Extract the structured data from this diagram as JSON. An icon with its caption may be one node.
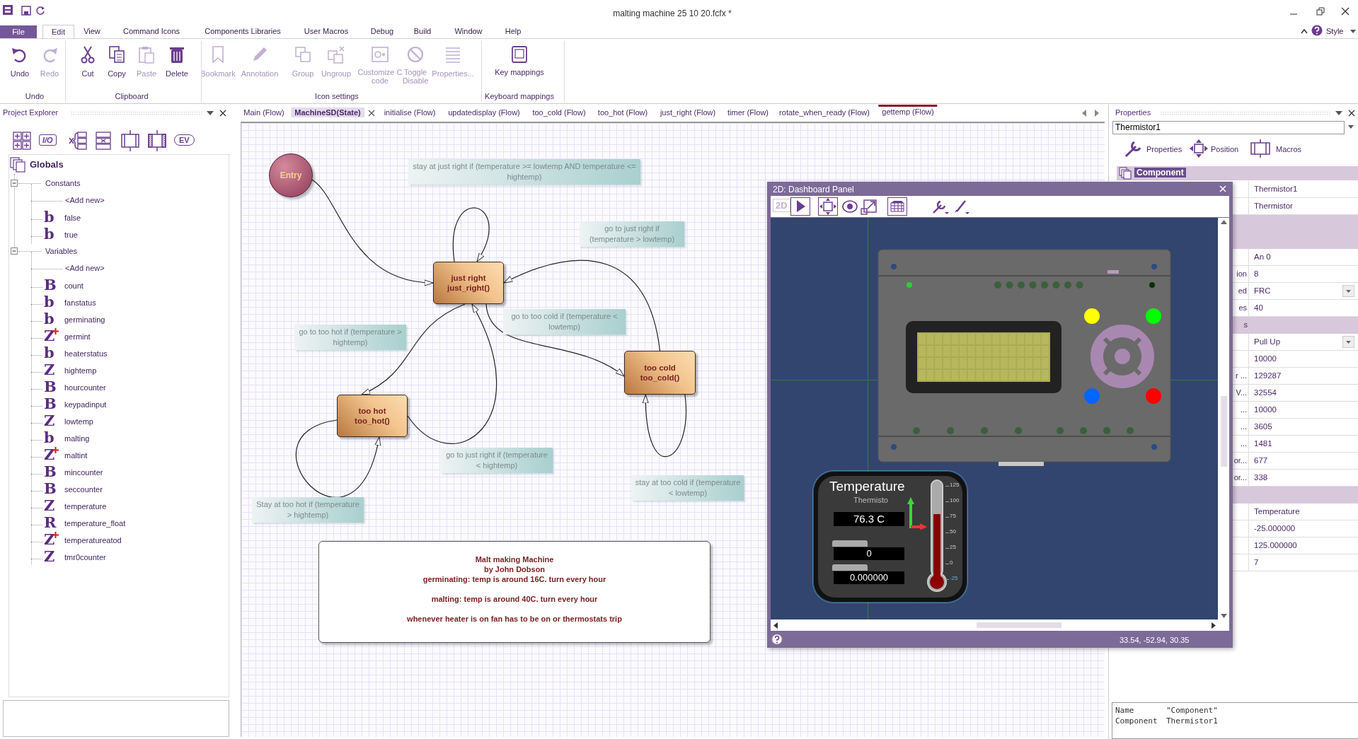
{
  "diagram": {
    "nodes": [
      {
        "text": [
          "Entry"
        ]
      },
      {
        "text": [
          "just right",
          "just_right()"
        ]
      },
      {
        "text": [
          "too cold",
          "too_cold()"
        ]
      },
      {
        "text": [
          "too hot",
          "too_hot()"
        ]
      },
      {
        "text": [
          "Malt making Machine",
          "by John Dobson",
          "germinating: temp is around 16C. turn every hour",
          "malting: temp is around 40C. turn every hour",
          "whenever heater is on fan has to be on or thermostats trip"
        ]
      }
    ],
    "edges": [
      {
        "from": 0,
        "to": 1,
        "arrow": "to"
      },
      {
        "from": 1,
        "to": 1,
        "arrow": "to",
        "label": "stay at just right if (temperature >= lowtemp AND temperature <= hightemp)"
      },
      {
        "from": 2,
        "to": 1,
        "arrow": "to",
        "label": "go to just right if (temperature > lowtemp)"
      },
      {
        "from": 1,
        "to": 2,
        "arrow": "to",
        "label": "go to too cold if (temperature < lowtemp)"
      },
      {
        "from": 1,
        "to": 3,
        "arrow": "to",
        "label": "go to too hot if (temperature > hightemp)"
      },
      {
        "from": 3,
        "to": 1,
        "arrow": "to",
        "label": "go to just right if (temperature < hightemp)"
      },
      {
        "from": 3,
        "to": 3,
        "arrow": "to",
        "label": "Stay at too hot if (temperature > hightemp)"
      },
      {
        "from": 2,
        "to": 2,
        "arrow": "to",
        "label": "stay at too cold if (temperature < lowtemp)"
      }
    ],
    "labels": [
      "malting machine 25 10 20.fcfx *",
      "File",
      "Edit",
      "View",
      "Command Icons",
      "Components Libraries",
      "User Macros",
      "Debug",
      "Build",
      "Window",
      "Help",
      "Style",
      "Undo",
      "Redo",
      "Cut",
      "Copy",
      "Paste",
      "Delete",
      "Bookmark",
      "Annotation",
      "Group",
      "Ungroup",
      "Customize C code",
      "Toggle Disable",
      "Properties...",
      "Key mappings",
      "Undo",
      "Clipboard",
      "Icon settings",
      "Keyboard mappings",
      "Project Explorer",
      "Main (Flow)",
      "MachineSD(State)",
      "initialise (Flow)",
      "updatedisplay (Flow)",
      "too_cold (Flow)",
      "too_hot (Flow)",
      "just_right (Flow)",
      "timer (Flow)",
      "rotate_when_ready (Flow)",
      "gettemp (Flow)",
      "Properties",
      "I/O",
      "EV",
      "Globals",
      "Constants",
      "<Add new>",
      "b",
      "false",
      "b",
      "true",
      "Variables",
      "<Add new>",
      "B",
      "count",
      "b",
      "fanstatus",
      "b",
      "germinating",
      "Z",
      "germint",
      "b",
      "heaterstatus",
      "Z",
      "hightemp",
      "B",
      "hourcounter",
      "B",
      "keypadinput",
      "Z",
      "lowtemp",
      "b",
      "malting",
      "Z",
      "maltint",
      "B",
      "mincounter",
      "B",
      "seccounter",
      "Z",
      "temperature",
      "R",
      "temperature_float",
      "Z",
      "temperatureatod",
      "Z",
      "tmr0counter",
      "2D: Dashboard Panel",
      "2D",
      "Temperature",
      "Thermisto",
      "76.3 C",
      "0",
      "0.000000",
      "125",
      "100",
      "75",
      "50",
      "25",
      "0",
      "-25",
      "33.54, -52.94, 30.35",
      "Thermistor1",
      "Properties",
      "Position",
      "Macros",
      "Component",
      "Thermistor1",
      "Thermistor",
      "An 0",
      "ion",
      "8",
      "ed",
      "FRC",
      "es",
      "40",
      "s",
      "Pull Up",
      "10000",
      "r ...",
      "129287",
      "V...",
      "32554",
      "...",
      "10000",
      "...",
      "3605",
      "...",
      "1481",
      "or...",
      "677",
      "or...",
      "338",
      "Temperature",
      "-25.000000",
      "125.000000",
      "7",
      "Name",
      "\"Component\"",
      "Component",
      "Thermistor1"
    ]
  }
}
